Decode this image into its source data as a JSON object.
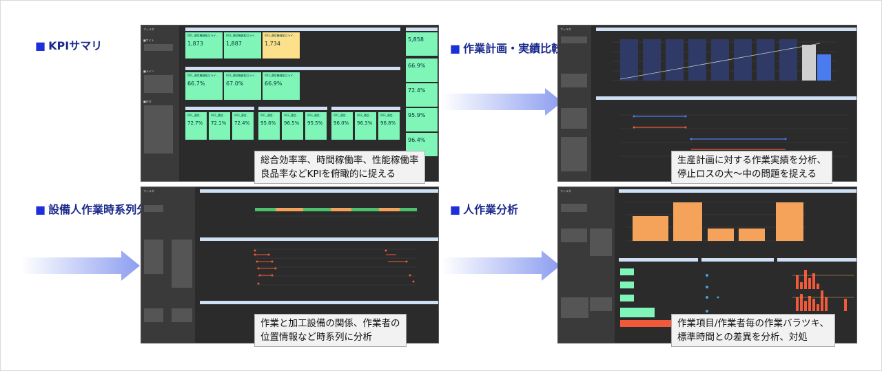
{
  "sections": {
    "kpi": {
      "title": "KPIサマリ",
      "caption_lines": [
        "総合効率率、時間稼働率、性能稼働率",
        "良品率などKPIを俯瞰的に捉える"
      ]
    },
    "plan": {
      "title": "作業計画・実績比較",
      "caption_lines": [
        "生産計画に対する作業実績を分析、",
        "停止ロスの大〜中の問題を捉える"
      ]
    },
    "timeseries": {
      "title": "設備人作業時系列分析",
      "caption_lines": [
        "作業と加工設備の関係、作業者の",
        "位置情報など時系列に分析"
      ]
    },
    "human": {
      "title": "人作業分析",
      "caption_lines": [
        "作業項目/作業者毎の作業バラツキ、",
        "標準時間との差異を分析、対処"
      ]
    }
  },
  "bullet_marker": "■",
  "kpi_cards": {
    "row1": [
      "1,873",
      "1,887",
      "1,734"
    ],
    "row2": [
      "66.7%",
      "67.0%",
      "66.9%"
    ],
    "row3a": [
      "72.7%",
      "72.1%",
      "72.4%"
    ],
    "row3b": [
      "95.6%",
      "96.5%",
      "95.5%"
    ],
    "row3c": [
      "96.0%",
      "96.3%",
      "96.8%"
    ],
    "right": [
      "5,858",
      "66.9%",
      "72.4%",
      "95.9%",
      "96.4%"
    ]
  },
  "colors": {
    "heading": "#1a2a8c",
    "bullet": "#1d2fd8",
    "card": "#7ff5b8",
    "card_warn": "#fde08a",
    "arrow": "#9aa8f0",
    "bar_orange": "#f5a25a",
    "bar_red": "#f05a3a",
    "bar_navy": "#2f3b66",
    "bar_blue": "#4a7cf0"
  }
}
